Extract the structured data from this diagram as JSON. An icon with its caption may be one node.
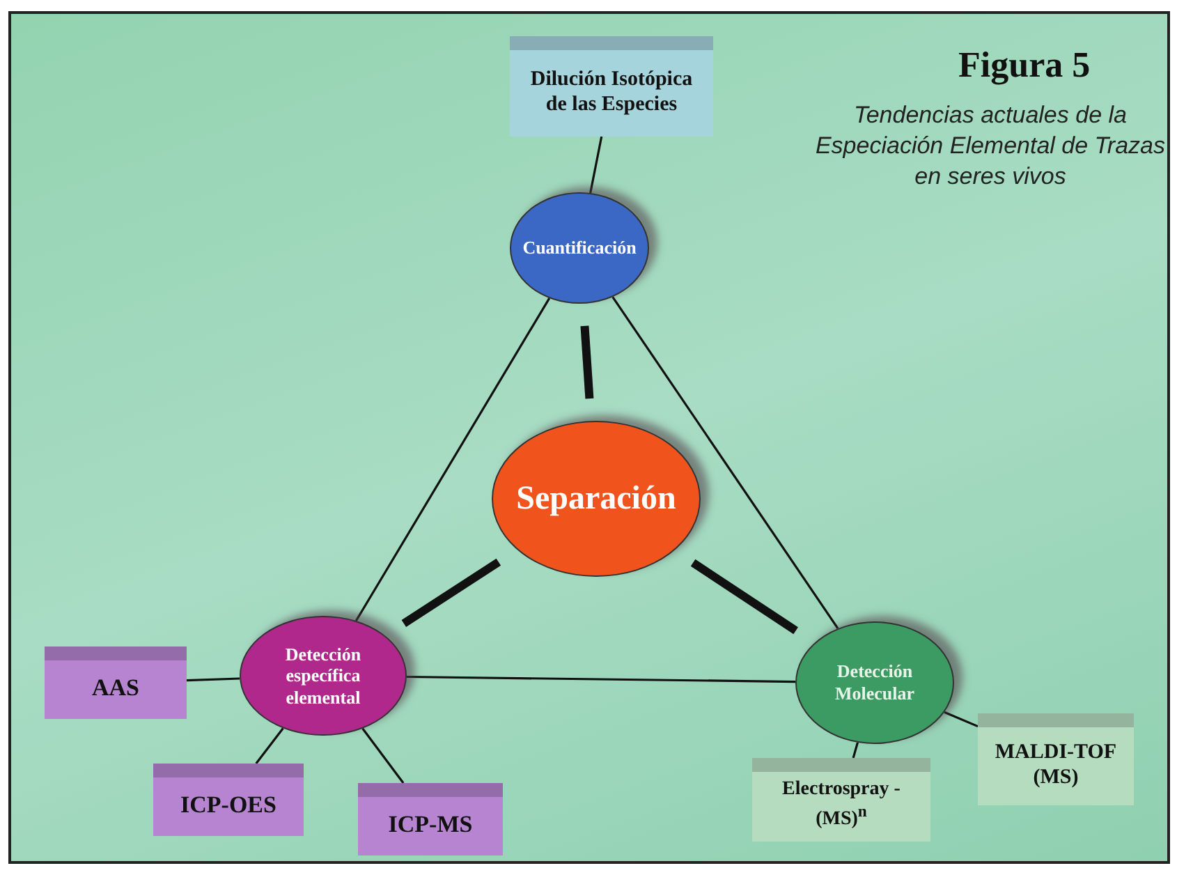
{
  "diagram": {
    "title": "Figura 5",
    "caption": "Tendencias actuales de la Especiación Elemental de Trazas en seres vivos",
    "nodes": [
      {
        "text": [
          "Dilución Isotópica de las Especies"
        ]
      },
      {
        "text": [
          "Cuantificación"
        ]
      },
      {
        "text": [
          "Separación"
        ]
      },
      {
        "text": [
          "Detección específica elemental"
        ]
      },
      {
        "text": [
          "Detección Molecular"
        ]
      },
      {
        "text": [
          "AAS"
        ]
      },
      {
        "text": [
          "ICP-OES"
        ]
      },
      {
        "text": [
          "ICP-MS"
        ]
      },
      {
        "text": [
          "Electrospray -(MS)$^{n}$"
        ]
      },
      {
        "text": [
          "MALDI-TOF (MS)"
        ]
      }
    ],
    "edges": [
      {
        "from": 0,
        "to": 1,
        "arrow": "none"
      },
      {
        "from": 1,
        "to": 2,
        "arrow": "none",
        "style": "thick"
      },
      {
        "from": 2,
        "to": 3,
        "arrow": "none",
        "style": "thick"
      },
      {
        "from": 2,
        "to": 4,
        "arrow": "none",
        "style": "thick"
      },
      {
        "from": 1,
        "to": 3,
        "arrow": "none"
      },
      {
        "from": 1,
        "to": 4,
        "arrow": "none"
      },
      {
        "from": 3,
        "to": 4,
        "arrow": "none"
      },
      {
        "from": 3,
        "to": 5,
        "arrow": "none"
      },
      {
        "from": 3,
        "to": 6,
        "arrow": "none"
      },
      {
        "from": 3,
        "to": 7,
        "arrow": "none"
      },
      {
        "from": 4,
        "to": 8,
        "arrow": "none"
      },
      {
        "from": 4,
        "to": 9,
        "arrow": "none"
      }
    ]
  }
}
